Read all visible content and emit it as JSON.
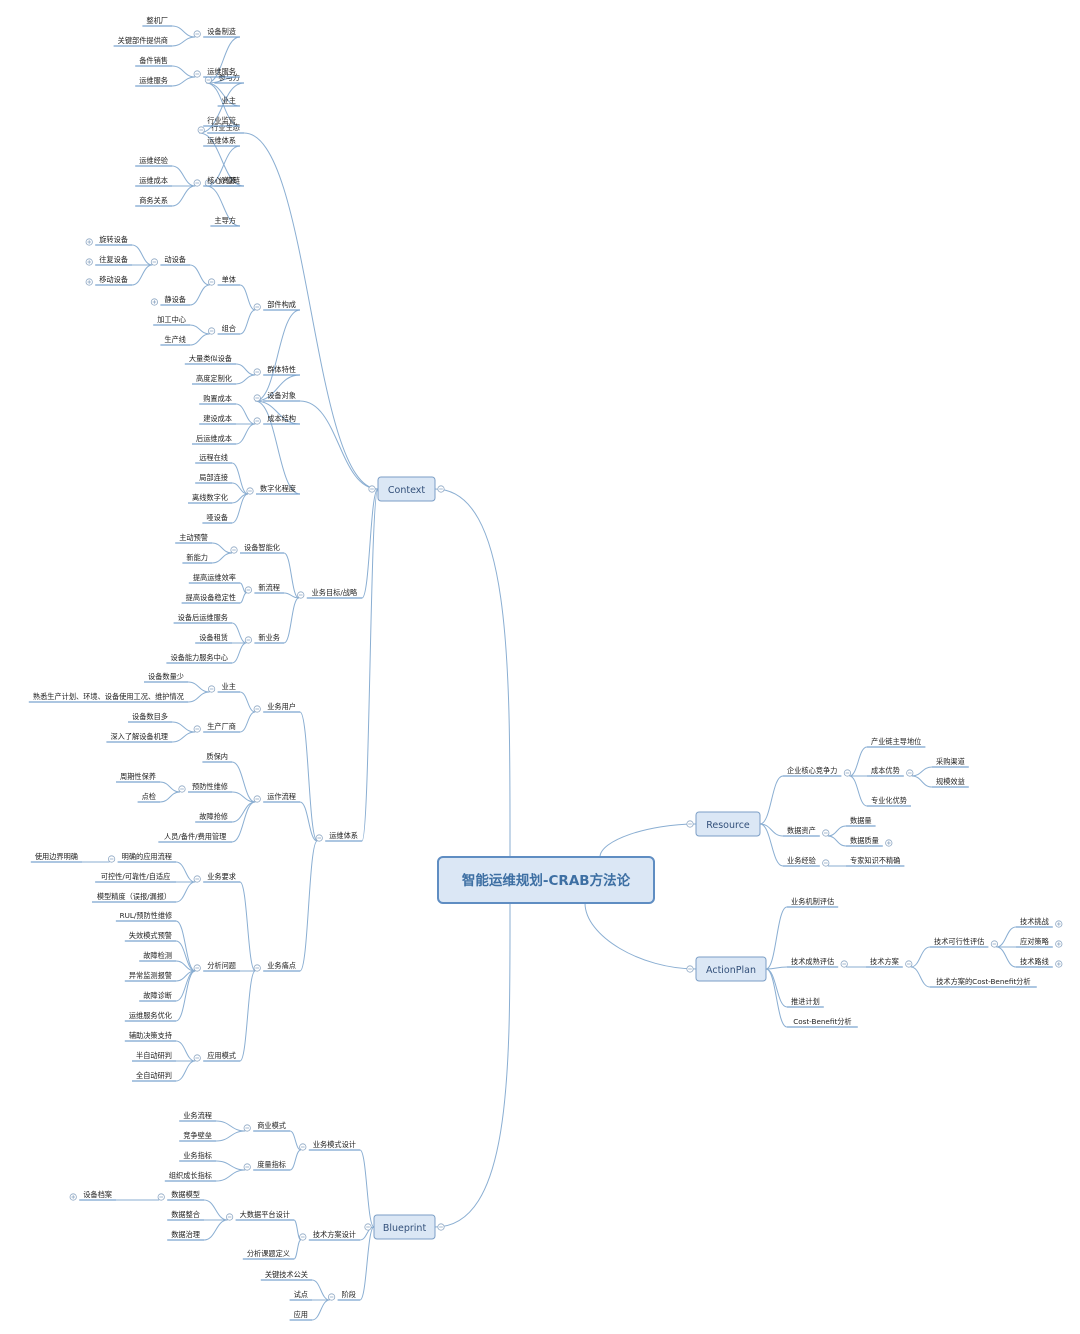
{
  "root": {
    "label": "智能运维规划-CRAB方法论"
  },
  "colors": {
    "link": "#8aaed2",
    "underline": "#7aa3cf",
    "box_fill": "#dbe7f5",
    "box_stroke": "#7b9ec6",
    "root_stroke": "#5f8dc2",
    "text": "#222222",
    "toggle": "#8fa8c4"
  },
  "branches": {
    "context": {
      "label": "Context",
      "children": [
        {
          "label": "行业生态",
          "children": [
            {
              "label": "参与方",
              "children": [
                {
                  "label": "设备制造",
                  "children": [
                    {
                      "label": "整机厂"
                    },
                    {
                      "label": "关键部件提供商"
                    }
                  ]
                },
                {
                  "label": "运维服务",
                  "children": [
                    {
                      "label": "备件销售"
                    },
                    {
                      "label": "运维服务"
                    }
                  ]
                },
                {
                  "label": "业主"
                },
                {
                  "label": "行业监管"
                }
              ]
            },
            {
              "label": "价值链",
              "children": [
                {
                  "label": "运维体系"
                },
                {
                  "label": "核心资源",
                  "children": [
                    {
                      "label": "运维经验"
                    },
                    {
                      "label": "运维成本"
                    },
                    {
                      "label": "商务关系"
                    }
                  ]
                },
                {
                  "label": "主导方"
                }
              ]
            }
          ]
        },
        {
          "label": "设备对象",
          "children": [
            {
              "label": "部件构成",
              "children": [
                {
                  "label": "单体",
                  "children": [
                    {
                      "label": "动设备",
                      "children": [
                        {
                          "label": "旋转设备",
                          "collapsed": true
                        },
                        {
                          "label": "往复设备",
                          "collapsed": true
                        },
                        {
                          "label": "移动设备",
                          "collapsed": true
                        }
                      ]
                    },
                    {
                      "label": "静设备",
                      "collapsed": true
                    }
                  ]
                },
                {
                  "label": "组合",
                  "children": [
                    {
                      "label": "加工中心"
                    },
                    {
                      "label": "生产线"
                    }
                  ]
                }
              ]
            },
            {
              "label": "群体特性",
              "children": [
                {
                  "label": "大量类似设备"
                },
                {
                  "label": "高度定制化"
                }
              ]
            },
            {
              "label": "成本结构",
              "children": [
                {
                  "label": "购置成本"
                },
                {
                  "label": "建设成本"
                },
                {
                  "label": "后运维成本"
                }
              ]
            },
            {
              "label": "数字化程度",
              "children": [
                {
                  "label": "远程在线"
                },
                {
                  "label": "局部连接"
                },
                {
                  "label": "离线数字化"
                },
                {
                  "label": "哑设备"
                }
              ]
            }
          ]
        },
        {
          "label": "业务目标/战略",
          "children": [
            {
              "label": "设备智能化",
              "children": [
                {
                  "label": "主动预警"
                },
                {
                  "label": "新能力"
                }
              ]
            },
            {
              "label": "新流程",
              "children": [
                {
                  "label": "提高运维效率"
                },
                {
                  "label": "提高设备稳定性"
                }
              ]
            },
            {
              "label": "新业务",
              "children": [
                {
                  "label": "设备后运维服务"
                },
                {
                  "label": "设备租赁"
                },
                {
                  "label": "设备能力服务中心"
                }
              ]
            }
          ]
        },
        {
          "label": "运维体系",
          "children": [
            {
              "label": "业务用户",
              "children": [
                {
                  "label": "业主",
                  "children": [
                    {
                      "label": "设备数量少"
                    },
                    {
                      "label": "熟悉生产计划、环境、设备使用工况、维护情况"
                    }
                  ]
                },
                {
                  "label": "生产厂商",
                  "children": [
                    {
                      "label": "设备数目多"
                    },
                    {
                      "label": "深入了解设备机理"
                    }
                  ]
                }
              ]
            },
            {
              "label": "运作流程",
              "children": [
                {
                  "label": "质保内"
                },
                {
                  "label": "预防性维修",
                  "children": [
                    {
                      "label": "周期性保养"
                    },
                    {
                      "label": "点检"
                    }
                  ]
                },
                {
                  "label": "故障抢修"
                },
                {
                  "label": "人员/备件/费用管理"
                }
              ]
            },
            {
              "label": "业务痛点",
              "children": [
                {
                  "label": "业务要求",
                  "children": [
                    {
                      "label": "明确的应用流程",
                      "children": [
                        {
                          "label": "使用边界明确"
                        }
                      ]
                    },
                    {
                      "label": "可控性/可靠性/自适应"
                    },
                    {
                      "label": "模型精度（误报/漏报）"
                    }
                  ]
                },
                {
                  "label": "分析问题",
                  "children": [
                    {
                      "label": "RUL/预防性维修"
                    },
                    {
                      "label": "失效模式预警"
                    },
                    {
                      "label": "故障检测"
                    },
                    {
                      "label": "异常监测报警"
                    },
                    {
                      "label": "故障诊断"
                    },
                    {
                      "label": "运维服务优化"
                    }
                  ]
                },
                {
                  "label": "应用模式",
                  "children": [
                    {
                      "label": "辅助决策支持"
                    },
                    {
                      "label": "半自动研判"
                    },
                    {
                      "label": "全自动研判"
                    }
                  ]
                }
              ]
            }
          ]
        }
      ]
    },
    "resource": {
      "label": "Resource",
      "children": [
        {
          "label": "企业核心竞争力",
          "children": [
            {
              "label": "产业链主导地位"
            },
            {
              "label": "成本优势",
              "children": [
                {
                  "label": "采购渠道"
                },
                {
                  "label": "规模效益"
                }
              ]
            },
            {
              "label": "专业化优势"
            }
          ]
        },
        {
          "label": "数据资产",
          "children": [
            {
              "label": "数据量"
            },
            {
              "label": "数据质量",
              "collapsed": true
            }
          ]
        },
        {
          "label": "业务经验",
          "children": [
            {
              "label": "专家知识不精确"
            }
          ]
        }
      ]
    },
    "actionplan": {
      "label": "ActionPlan",
      "children": [
        {
          "label": "业务机制评估"
        },
        {
          "label": "技术成熟评估",
          "children": [
            {
              "label": "技术方案",
              "children": [
                {
                  "label": "技术可行性评估",
                  "children": [
                    {
                      "label": "技术挑战",
                      "collapsed": true
                    },
                    {
                      "label": "应对策略",
                      "collapsed": true
                    },
                    {
                      "label": "技术路线",
                      "collapsed": true
                    }
                  ]
                },
                {
                  "label": "技术方案的Cost-Benefit分析"
                }
              ]
            }
          ]
        },
        {
          "label": "推进计划"
        },
        {
          "label": "Cost-Benefit分析"
        }
      ]
    },
    "blueprint": {
      "label": "Blueprint",
      "children": [
        {
          "label": "业务模式设计",
          "children": [
            {
              "label": "商业模式",
              "children": [
                {
                  "label": "业务流程"
                },
                {
                  "label": "竞争壁垒"
                }
              ]
            },
            {
              "label": "度量指标",
              "children": [
                {
                  "label": "业务指标"
                },
                {
                  "label": "组织成长指标"
                }
              ]
            }
          ]
        },
        {
          "label": "技术方案设计",
          "children": [
            {
              "label": "大数据平台设计",
              "children": [
                {
                  "label": "数据模型",
                  "children": [
                    {
                      "label": "设备档案",
                      "collapsed": true
                    }
                  ]
                },
                {
                  "label": "数据整合"
                },
                {
                  "label": "数据治理"
                }
              ]
            },
            {
              "label": "分析课题定义"
            }
          ]
        },
        {
          "label": "阶段",
          "children": [
            {
              "label": "关键技术公关"
            },
            {
              "label": "试点"
            },
            {
              "label": "应用"
            }
          ]
        }
      ]
    }
  }
}
